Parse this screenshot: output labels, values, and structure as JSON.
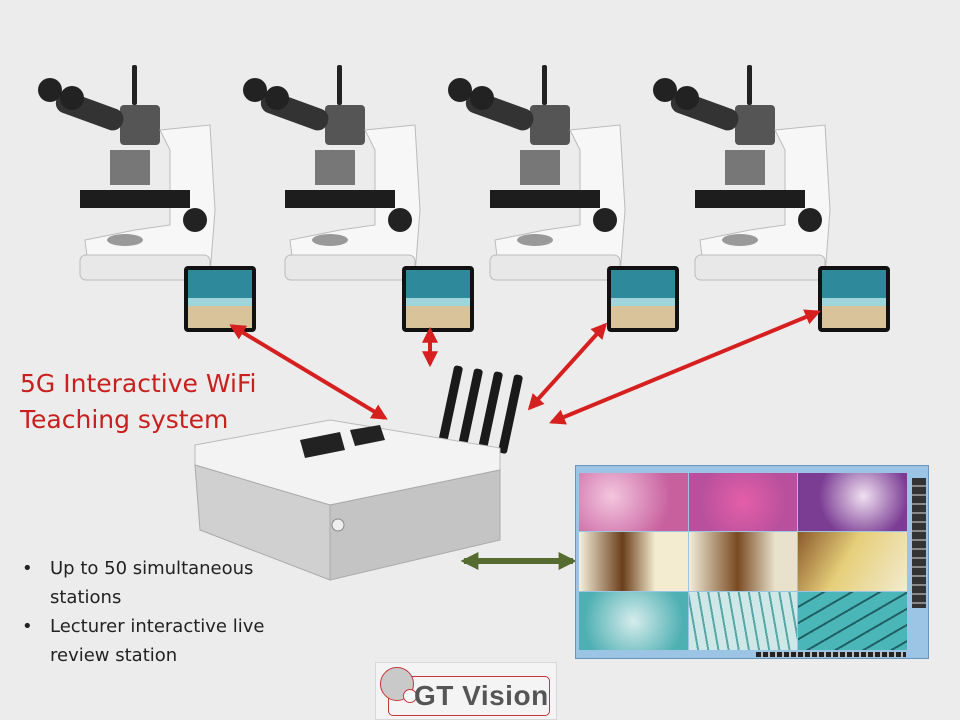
{
  "title_lines": [
    "5G Interactive WiFi",
    "Teaching system"
  ],
  "bullets": [
    "Up to 50 simultaneous stations",
    "Lecturer interactive live review station"
  ],
  "logo_text": "GT Vision",
  "colors": {
    "accent_red": "#c8201e",
    "arrow_green": "#556b2f",
    "background": "#ececec"
  }
}
